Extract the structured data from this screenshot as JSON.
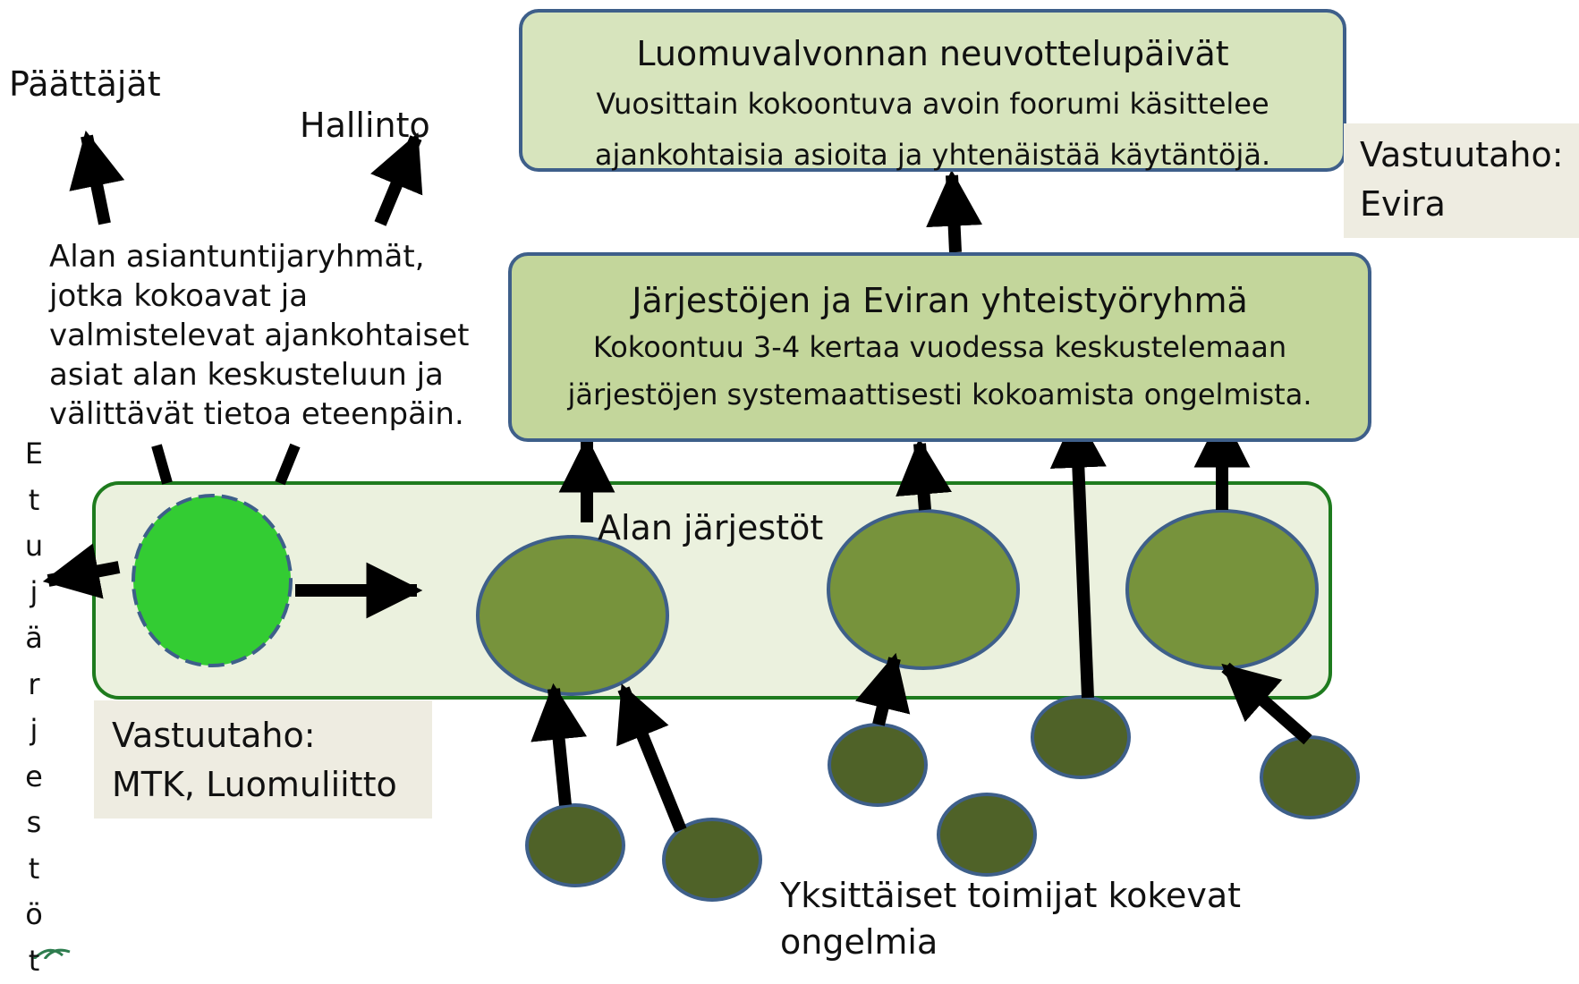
{
  "top_box": {
    "title": "Luomuvalvonnan neuvottelupäivät",
    "line1": "Vuosittain kokoontuva avoin foorumi käsittelee",
    "line2": "ajankohtaisia asioita ja yhtenäistää käytäntöjä."
  },
  "mid_box": {
    "title": "Järjestöjen ja Eviran  yhteistyöryhmä",
    "line1": "Kokoontuu 3-4 kertaa vuodessa keskustelemaan",
    "line2": "järjestöjen systemaattisesti kokoamista ongelmista."
  },
  "labels": {
    "paattajat": "Päättäjät",
    "hallinto": "Hallinto",
    "alan_jarjestot": "Alan järjestöt",
    "yksittaiset_line1": "Yksittäiset toimijat kokevat",
    "yksittaiset_line2": "ongelmia",
    "expert_groups": [
      "Alan asiantuntijaryhmät,",
      "jotka kokoavat ja",
      "valmistelevat ajankohtaiset",
      "asiat alan keskusteluun ja",
      "välittävät tietoa eteenpäin."
    ],
    "etujarjestot_letters": [
      "E",
      "t",
      "u",
      "j",
      "ä",
      "r",
      "j",
      "e",
      "s",
      "t",
      "ö",
      "t"
    ]
  },
  "notes": {
    "evira": [
      "Vastuutaho:",
      "Evira"
    ],
    "mtk": [
      "Vastuutaho:",
      "MTK, Luomuliitto"
    ]
  },
  "colors": {
    "box_border": "#3e5f8a",
    "top_box_fill": "#d7e4bd",
    "mid_box_fill": "#c3d69b",
    "group_border": "#1e7b1e",
    "group_fill": "#ebf1de",
    "expert_circle": "#33cc33",
    "org_ellipse": "#77933c",
    "actor_ellipse": "#4f6228",
    "note_fill": "#eeece1",
    "arrow": "#000000"
  }
}
